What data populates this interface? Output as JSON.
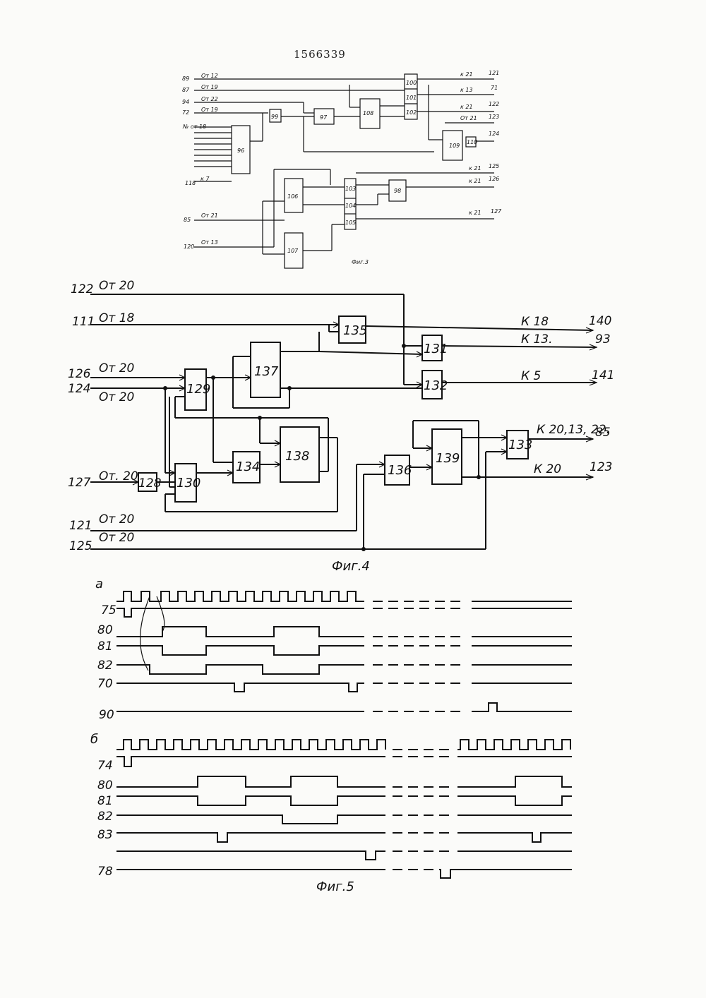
{
  "patent_number": "1566339",
  "fig3": {
    "caption": "Фиг.3",
    "bus_label": "№ от 18",
    "out_118": "118",
    "out_118_dst": "к 7",
    "inputs": [
      {
        "num": "89",
        "src": "От 12"
      },
      {
        "num": "87",
        "src": "От 19"
      },
      {
        "num": "94",
        "src": "От 22"
      },
      {
        "num": "72",
        "src": "От 19"
      },
      {
        "num": "85",
        "src": "От 21"
      },
      {
        "num": "120",
        "src": "От 13"
      }
    ],
    "outputs": [
      {
        "num": "121",
        "dst": "к 21"
      },
      {
        "num": "71",
        "dst": "к 13"
      },
      {
        "num": "122",
        "dst": "к 21"
      },
      {
        "num": "123",
        "dst": "От 21"
      },
      {
        "num": "124",
        "dst": ""
      },
      {
        "num": "125",
        "dst": "к 21"
      },
      {
        "num": "126",
        "dst": "к 21"
      },
      {
        "num": "127",
        "dst": "к 21"
      }
    ],
    "blocks": {
      "b96": "96",
      "b99": "99",
      "b97": "97",
      "b108": "108",
      "b100": "100",
      "b101": "101",
      "b102": "102",
      "b109": "109",
      "b110": "110",
      "b106": "106",
      "b107": "107",
      "b103": "103",
      "b104": "104",
      "b105": "105",
      "b98": "98"
    }
  },
  "fig4": {
    "caption": "Фиг.4",
    "inputs": [
      {
        "num": "122",
        "src": "От 20"
      },
      {
        "num": "111",
        "src": "От 18"
      },
      {
        "num": "126",
        "src": "От 20"
      },
      {
        "num": "124",
        "src": "От 20"
      },
      {
        "num": "127",
        "src": "От. 20"
      },
      {
        "num": "121",
        "src": "От 20"
      },
      {
        "num": "125",
        "src": "От 20"
      }
    ],
    "outputs": [
      {
        "num": "140",
        "dst": "К 18"
      },
      {
        "num": "93",
        "dst": "К 13."
      },
      {
        "num": "141",
        "dst": "К 5"
      },
      {
        "num": "85",
        "dst": "К 20,13, 22."
      },
      {
        "num": "123",
        "dst": "К 20"
      }
    ],
    "blocks": {
      "b128": "128",
      "b129": "129",
      "b130": "130",
      "b131": "131",
      "b132": "132",
      "b133": "133",
      "b134": "134",
      "b135": "135",
      "b136": "136",
      "b137": "137",
      "b138": "138",
      "b139": "139"
    }
  },
  "fig5": {
    "caption": "Фиг.5",
    "part_a": "а",
    "part_b": "б",
    "a_signals": [
      "75",
      "80",
      "81",
      "82",
      "70",
      "90"
    ],
    "b_signals": [
      "74",
      "80",
      "81",
      "82",
      "83",
      "78"
    ]
  }
}
